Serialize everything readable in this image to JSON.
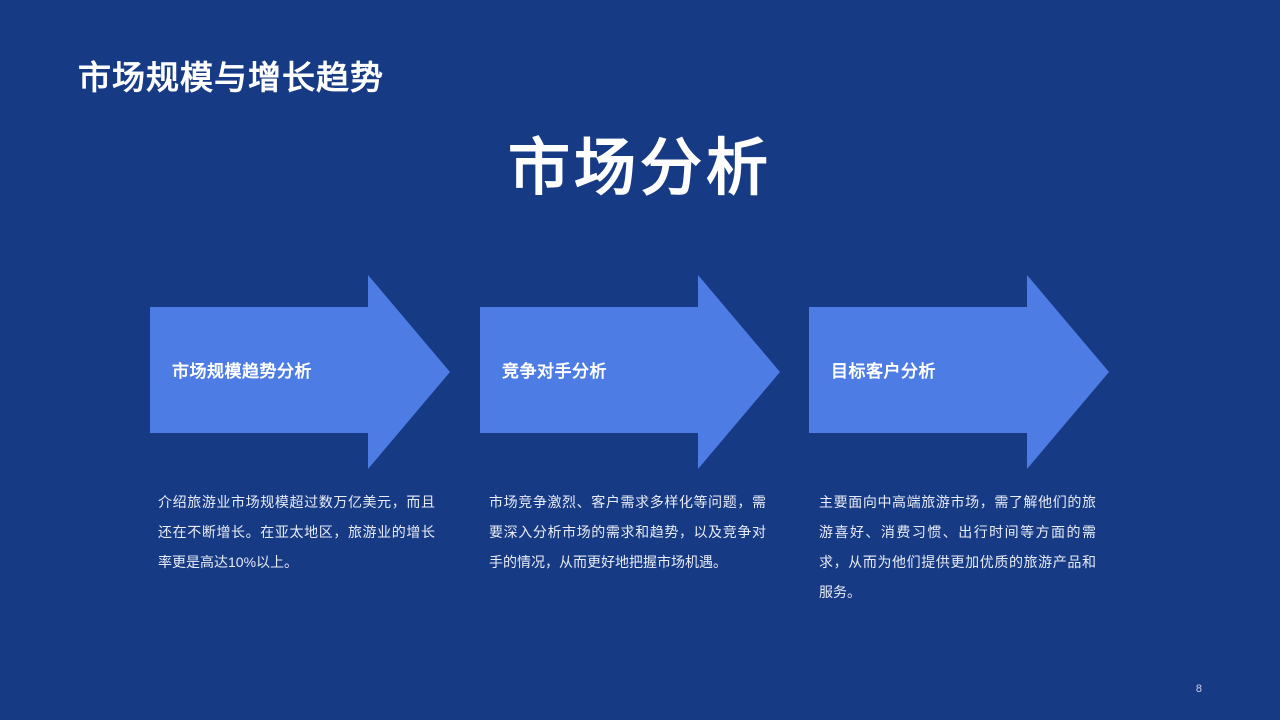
{
  "slide": {
    "background_color": "#173a85",
    "accent_color": "#4d7ce4",
    "title": "市场规模与增长趋势",
    "heading": "市场分析",
    "page_number": "8"
  },
  "steps": [
    {
      "label": "市场规模趋势分析",
      "description": "介绍旅游业市场规模超过数万亿美元，而且还在不断增长。在亚太地区，旅游业的增长率更是高达10%以上。"
    },
    {
      "label": "竞争对手分析",
      "description": "市场竞争激烈、客户需求多样化等问题，需要深入分析市场的需求和趋势，以及竞争对手的情况，从而更好地把握市场机遇。"
    },
    {
      "label": "目标客户分析",
      "description": "主要面向中高端旅游市场，需了解他们的旅游喜好、消费习惯、出行时间等方面的需求，从而为他们提供更加优质的旅游产品和服务。"
    }
  ]
}
